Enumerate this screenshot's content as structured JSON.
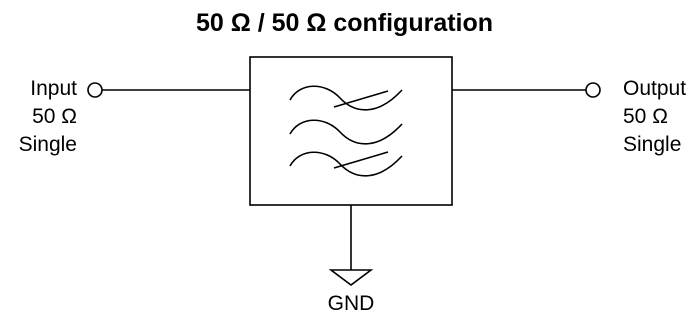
{
  "title": "50 Ω / 50 Ω configuration",
  "input": {
    "name": "Input",
    "impedance": "50 Ω",
    "mode": "Single"
  },
  "output": {
    "name": "Output",
    "impedance": "50 Ω",
    "mode": "Single"
  },
  "ground": {
    "label": "GND"
  },
  "block": {
    "icon": "filter-wave-icon"
  }
}
